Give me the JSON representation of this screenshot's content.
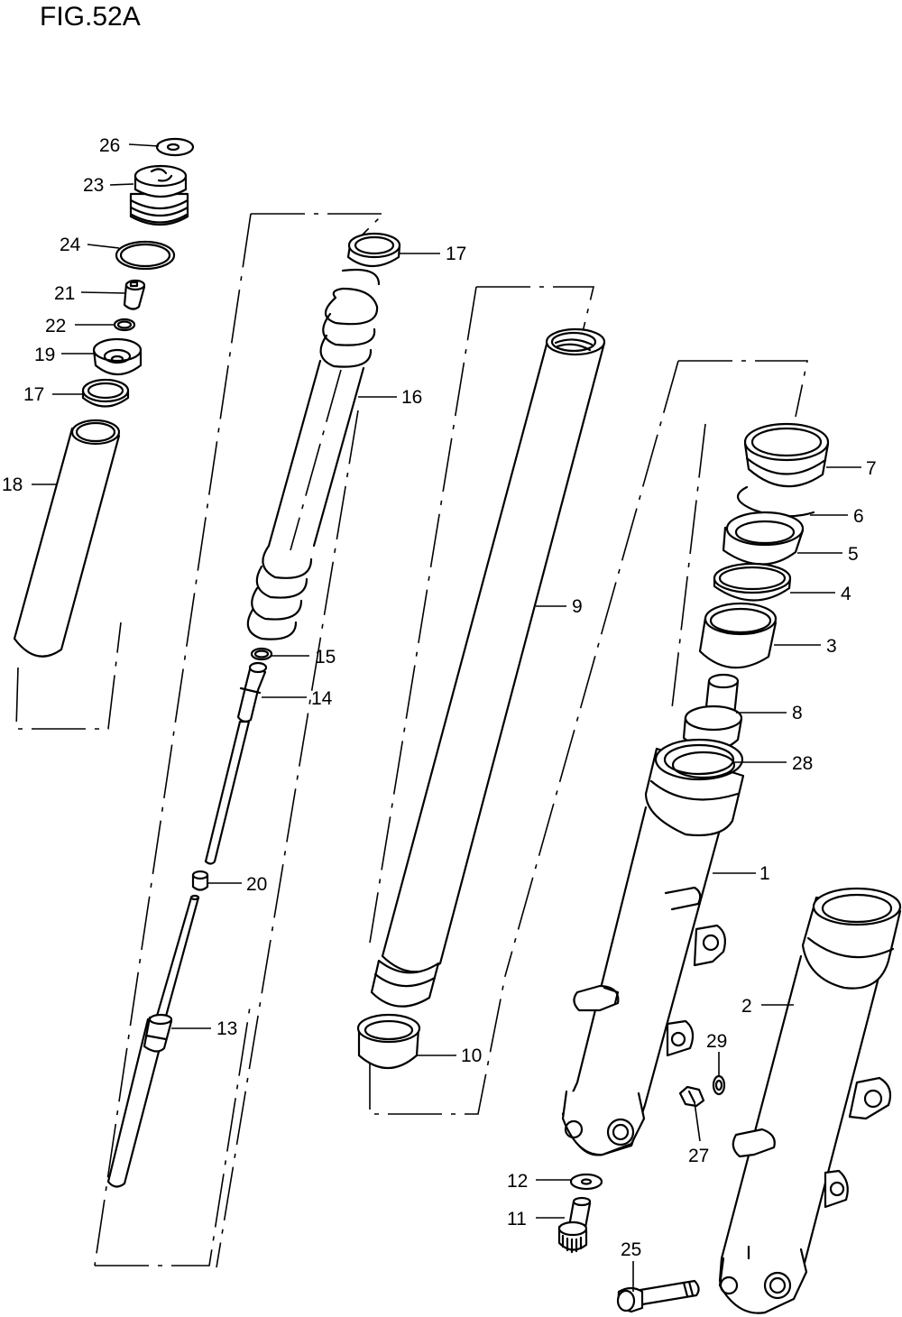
{
  "title": "FIG.52A",
  "labels": {
    "p1": "1",
    "p2": "2",
    "p3": "3",
    "p4": "4",
    "p5": "5",
    "p6": "6",
    "p7": "7",
    "p8": "8",
    "p9": "9",
    "p10": "10",
    "p11": "11",
    "p12": "12",
    "p13": "13",
    "p14": "14",
    "p15": "15",
    "p16": "16",
    "p17a": "17",
    "p17b": "17",
    "p18": "18",
    "p19": "19",
    "p20": "20",
    "p21": "21",
    "p22": "22",
    "p23": "23",
    "p24": "24",
    "p25": "25",
    "p26": "26",
    "p27": "27",
    "p28": "28",
    "p29": "29"
  }
}
